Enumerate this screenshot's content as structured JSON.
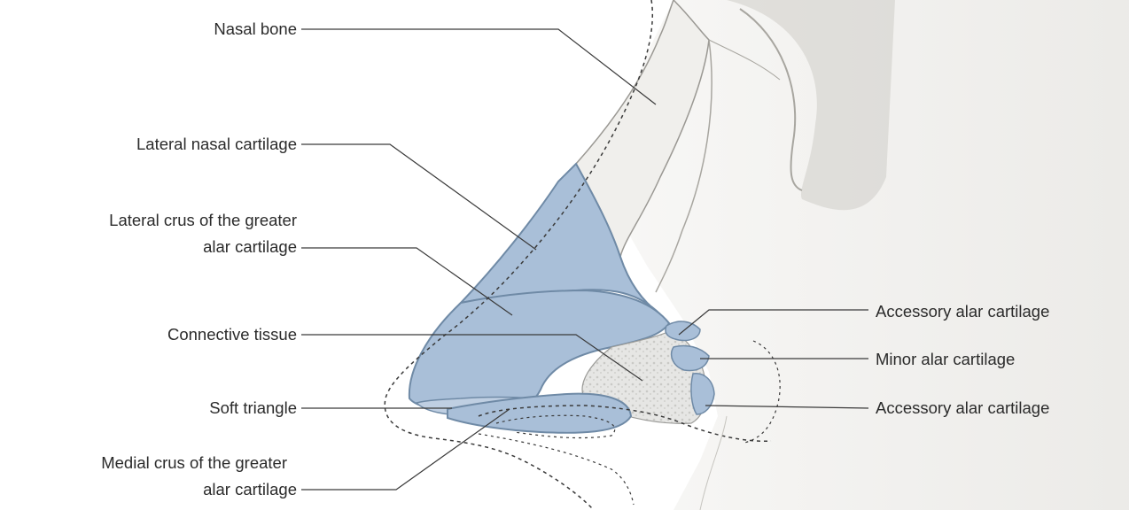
{
  "labels": {
    "left": {
      "nasal_bone": "Nasal bone",
      "lateral_nasal_cartilage": "Lateral nasal cartilage",
      "lateral_crus_line1": "Lateral crus of the greater",
      "lateral_crus_line2": "alar cartilage",
      "connective_tissue": "Connective tissue",
      "soft_triangle": "Soft triangle",
      "medial_crus_line1": "Medial crus of the greater",
      "medial_crus_line2": "alar cartilage"
    },
    "right": {
      "accessory_alar_upper": "Accessory alar cartilage",
      "minor_alar": "Minor alar cartilage",
      "accessory_alar_lower": "Accessory alar cartilage"
    }
  },
  "colors": {
    "cartilage": "#a9bfd8",
    "cartilage_outline": "#6f8aa6",
    "bone": "#ecebe7",
    "skin_outline": "#3a3a3a",
    "leader": "#3a3a3a",
    "text": "#2b2b2b"
  }
}
